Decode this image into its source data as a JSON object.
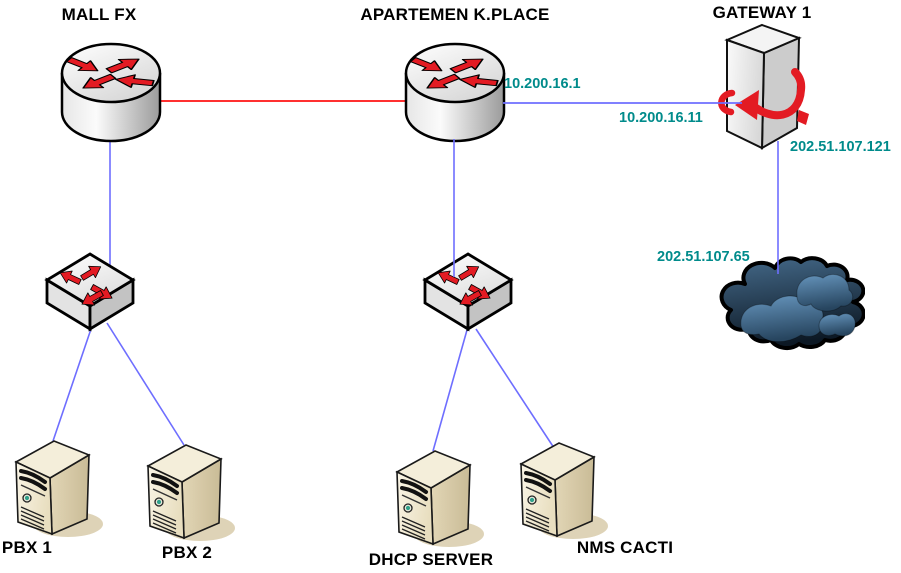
{
  "diagram": {
    "type": "network-topology",
    "nodes": {
      "mall_fx": {
        "label": "MALL FX",
        "device": "router"
      },
      "apartemen": {
        "label": "APARTEMEN K.PLACE",
        "device": "router"
      },
      "gateway1": {
        "label": "GATEWAY 1",
        "device": "gateway"
      },
      "switch_mall": {
        "label": "",
        "device": "switch"
      },
      "switch_apt": {
        "label": "",
        "device": "switch"
      },
      "pbx1": {
        "label": "PBX 1",
        "device": "server"
      },
      "pbx2": {
        "label": "PBX 2",
        "device": "server"
      },
      "dhcp": {
        "label": "DHCP SERVER",
        "device": "server"
      },
      "nms": {
        "label": "NMS CACTI",
        "device": "server"
      },
      "internet": {
        "label": "",
        "device": "cloud"
      }
    },
    "ip_labels": {
      "apt_wan": "10.200.16.1",
      "gw_lan": "10.200.16.11",
      "gw_wan": "202.51.107.121",
      "isp_peer": "202.51.107.65"
    },
    "links": [
      {
        "from": "mall_fx",
        "to": "apartemen",
        "color": "red"
      },
      {
        "from": "apartemen",
        "to": "gateway1",
        "color": "blue"
      },
      {
        "from": "mall_fx",
        "to": "switch_mall",
        "color": "blue"
      },
      {
        "from": "switch_mall",
        "to": "pbx1",
        "color": "blue"
      },
      {
        "from": "switch_mall",
        "to": "pbx2",
        "color": "blue"
      },
      {
        "from": "apartemen",
        "to": "switch_apt",
        "color": "blue"
      },
      {
        "from": "switch_apt",
        "to": "dhcp",
        "color": "blue"
      },
      {
        "from": "switch_apt",
        "to": "nms",
        "color": "blue"
      },
      {
        "from": "gateway1",
        "to": "internet",
        "color": "blue"
      }
    ],
    "colors": {
      "link_red": "#ff3030",
      "link_blue": "#6e6eff",
      "ip_text": "#008b8b",
      "node_label": "#000000",
      "background": "#ffffff"
    }
  }
}
